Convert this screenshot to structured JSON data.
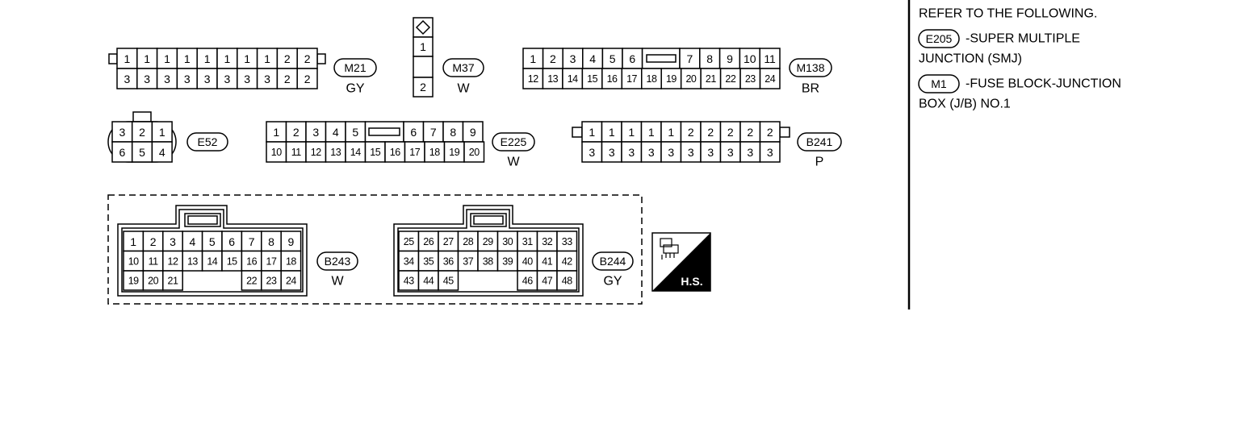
{
  "connectors": {
    "m21": {
      "tag": "M21",
      "color": "GY",
      "pins_top": [
        "1",
        "1",
        "1",
        "1",
        "1",
        "1",
        "1",
        "1",
        "2",
        "2"
      ],
      "pins_bottom": [
        "3",
        "3",
        "3",
        "3",
        "3",
        "3",
        "3",
        "3",
        "2",
        "2"
      ]
    },
    "m37": {
      "tag": "M37",
      "color": "W",
      "pins": [
        "1",
        "2"
      ]
    },
    "m138": {
      "tag": "M138",
      "color": "BR",
      "pins_top_left": [
        "1",
        "2",
        "3",
        "4",
        "5",
        "6"
      ],
      "pins_top_right": [
        "7",
        "8",
        "9",
        "10",
        "11"
      ],
      "pins_bottom": [
        "12",
        "13",
        "14",
        "15",
        "16",
        "17",
        "18",
        "19",
        "20",
        "21",
        "22",
        "23",
        "24"
      ]
    },
    "e52": {
      "tag": "E52",
      "pins_top": [
        "3",
        "2",
        "1"
      ],
      "pins_bottom": [
        "6",
        "5",
        "4"
      ]
    },
    "e225": {
      "tag": "E225",
      "color": "W",
      "pins_top_left": [
        "1",
        "2",
        "3",
        "4",
        "5"
      ],
      "pins_top_right": [
        "6",
        "7",
        "8",
        "9"
      ],
      "pins_bottom": [
        "10",
        "11",
        "12",
        "13",
        "14",
        "15",
        "16",
        "17",
        "18",
        "19",
        "20"
      ]
    },
    "b241": {
      "tag": "B241",
      "color": "P",
      "pins_top": [
        "1",
        "1",
        "1",
        "1",
        "1",
        "2",
        "2",
        "2",
        "2",
        "2"
      ],
      "pins_bottom": [
        "3",
        "3",
        "3",
        "3",
        "3",
        "3",
        "3",
        "3",
        "3",
        "3"
      ]
    },
    "b243": {
      "tag": "B243",
      "color": "W",
      "row1": [
        "1",
        "2",
        "3",
        "4",
        "5",
        "6",
        "7",
        "8",
        "9"
      ],
      "row2": [
        "10",
        "11",
        "12",
        "13",
        "14",
        "15",
        "16",
        "17",
        "18"
      ],
      "row3_left": [
        "19",
        "20",
        "21"
      ],
      "row3_right": [
        "22",
        "23",
        "24"
      ]
    },
    "b244": {
      "tag": "B244",
      "color": "GY",
      "row1": [
        "25",
        "26",
        "27",
        "28",
        "29",
        "30",
        "31",
        "32",
        "33"
      ],
      "row2": [
        "34",
        "35",
        "36",
        "37",
        "38",
        "39",
        "40",
        "41",
        "42"
      ],
      "row3_left": [
        "43",
        "44",
        "45"
      ],
      "row3_right": [
        "46",
        "47",
        "48"
      ]
    }
  },
  "hs_label": "H.S.",
  "legend": {
    "heading": "REFER TO THE FOLLOWING.",
    "items": [
      {
        "tag": "E205",
        "line1": "-SUPER MULTIPLE",
        "line2": "JUNCTION (SMJ)"
      },
      {
        "tag": "M1",
        "line1": "-FUSE BLOCK-JUNCTION",
        "line2": "BOX (J/B) NO.1"
      }
    ]
  }
}
